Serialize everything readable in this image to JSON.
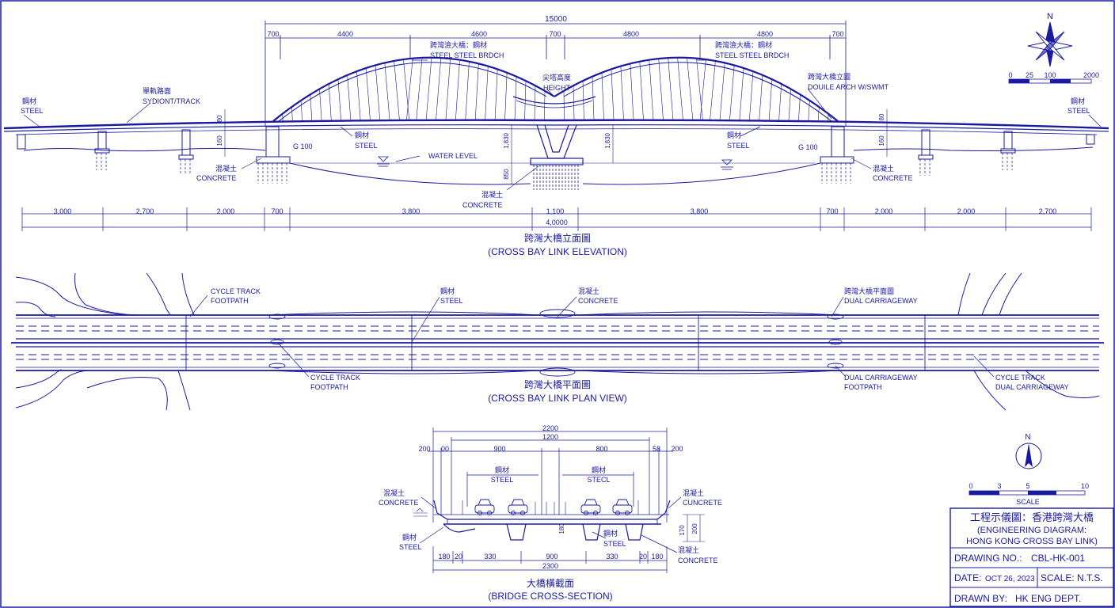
{
  "colors": {
    "ink": "#1a1aa0",
    "paper": "#ffffff"
  },
  "north_arrow_top": {
    "letter": "N",
    "icon": "compass-rose-icon"
  },
  "top_scale": {
    "labels": [
      "0",
      "25",
      "100",
      "2000"
    ]
  },
  "elevation": {
    "overall_top": "15000",
    "top_dims": [
      "700",
      "4400",
      "4600",
      "700",
      "4800",
      "4800",
      "700"
    ],
    "callouts": {
      "arch_left_cn": "跨灣澰大橋：鋼材",
      "arch_left_en": "STEEL STEEL BRDCH",
      "arch_right_cn": "跨灣澰大橋：鋼材",
      "arch_right_en": "STEEL STEEL BRDCH",
      "height_cn": "尖塔高度",
      "height_en": "HEIGHT",
      "double_arch_cn": "跨灣大橋立圖",
      "double_arch_en": "DOUILE ARCH W/SWMT",
      "left_track_cn": "單軌路面",
      "left_track_en": "SYDIONT/TRACK",
      "left_steel_cn": "鋼材",
      "left_steel_en": "STEEL",
      "right_steel_cn": "鋼材",
      "right_steel_en": "STEEL",
      "pier_steel_l_cn": "鋼材",
      "pier_steel_l_en": "STEEL",
      "pier_steel_r_cn": "鋼材",
      "pier_steel_r_en": "STEEL",
      "conc_l_cn": "混凝土",
      "conc_l_en": "CONCRETE",
      "conc_c_cn": "混凝土",
      "conc_c_en": "CONCRETE",
      "conc_r_cn": "混凝土",
      "conc_r_en": "CONCRETE",
      "water_level": "WATER LEVEL",
      "g_left": "G 100",
      "g_right": "G 100"
    },
    "vertical_dims": [
      "80",
      "160",
      "1,830",
      "850",
      "1,830",
      "80",
      "160"
    ],
    "bottom_dims": [
      "3,000",
      "2,700",
      "2,000",
      "700",
      "3,800",
      "1,100",
      "3,800",
      "700",
      "2,000",
      "2,000",
      "2,700"
    ],
    "overall_bottom": "4,0000",
    "title_cn": "跨灣大橋立面圖",
    "title_en": "(CROSS BAY LINK ELEVATION)"
  },
  "plan": {
    "callouts": {
      "cycle_top_1": "CYCLE TRACK",
      "footpath_top": "FOOTPATH",
      "steel_cn": "鋼材",
      "steel_en": "STEEL",
      "concrete_cn": "混凝土",
      "concrete_en": "CONCRETE",
      "dual_cn": "跨灣大橋平面圖",
      "dual_en": "DUAL CARRIAGEWAY",
      "cycle_bot": "CYCLE TRACK",
      "footpath_bot": "FOOTPATH",
      "dual_bot": "DUAL CARRIAGEWAY",
      "footpath_bot_r": "FOOTPATH",
      "cycle_br": "CYCLE TRACK",
      "dual_br": "DUAL CARRIAGEWAY"
    },
    "title_cn": "跨灣大橋平面圖",
    "title_en": "(CROSS BAY LINK PLAN VIEW)"
  },
  "section": {
    "dims_top": [
      "2200",
      "1200"
    ],
    "dims_row": [
      "200",
      "00",
      "900",
      "800",
      "58",
      "200"
    ],
    "labels": {
      "steel_l_cn": "鋼材",
      "steel_l_en": "STEEL",
      "steel_r_cn": "鋼材",
      "steel_r_en": "STECL",
      "conc_tl_cn": "混凝土",
      "conc_tl_en": "CONCRETE",
      "conc_tr_cn": "混凝土",
      "conc_tr_en": "CUNCRETE",
      "steel_bl_cn": "鋼材",
      "steel_bl_en": "STEEL",
      "steel_bm_cn": "鋼材",
      "steel_bm_en": "STEEL",
      "conc_br_cn": "混凝土",
      "conc_br_en": "CONCRETE",
      "v_180": "180",
      "v_170": "170",
      "v_200": "200"
    },
    "dims_bottom": [
      "180",
      "20",
      "330",
      "900",
      "330",
      "20",
      "180"
    ],
    "overall_bottom": "2300",
    "title_cn": "大橋橫截面",
    "title_en": "(BRIDGE CROSS-SECTION)"
  },
  "north_arrow_bottom": {
    "letter": "N",
    "icon": "north-arrow-icon"
  },
  "bottom_scale": {
    "labels": [
      "0",
      "3",
      "5",
      "10"
    ],
    "caption": "SCALE"
  },
  "title_block": {
    "title_cn": "工程示儀圖：香港跨灣大橋",
    "title_en_1": "(ENGINEERING DIAGRAM:",
    "title_en_2": "HONG KONG CROSS BAY LINK)",
    "drawing_no_label": "DRAWING NO.:",
    "drawing_no": "CBL-HK-001",
    "date_label": "DATE:",
    "date": "OCT 26, 2023",
    "scale_label": "SCALE:",
    "scale": "N.T.S.",
    "drawn_by_label": "DRAWN BY:",
    "drawn_by": "HK ENG DEPT."
  }
}
